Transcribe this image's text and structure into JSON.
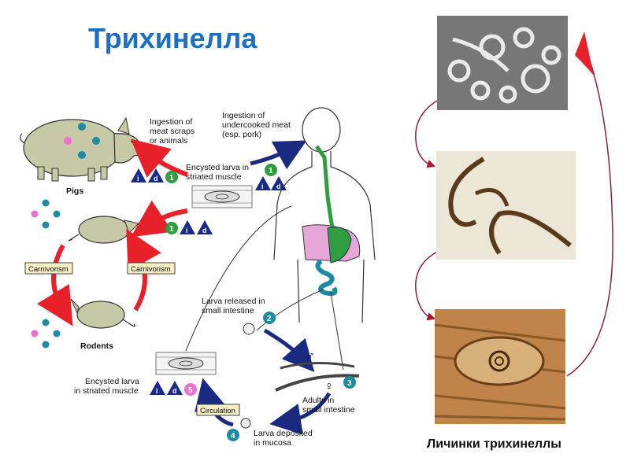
{
  "title": "Трихинелла",
  "caption": "Личинки трихинеллы",
  "diagram": {
    "pigs_label": "Pigs",
    "rodents_label": "Rodents",
    "carnivorism_left": "Carnivorism",
    "carnivorism_right": "Carnivorism",
    "ingestion_scraps": [
      "Ingestion of",
      "meat scraps",
      "or animals"
    ],
    "ingestion_meat": [
      "Ingestion of",
      "undercooked meat",
      "(esp. pork)"
    ],
    "encysted_top": [
      "Encysted larva in",
      "striated muscle"
    ],
    "encysted_bottom": [
      "Encysted larva",
      "in striated muscle"
    ],
    "larva_released": [
      "Larva released in",
      "small intestine"
    ],
    "adults": [
      "Adults in",
      "small intestine"
    ],
    "larva_deposited": [
      "Larva deposited",
      "in mucosa"
    ],
    "circulation": "Circulation",
    "male_symbol": "♂",
    "female_symbol": "♀",
    "stage_1": "1",
    "stage_2": "2",
    "stage_3": "3",
    "stage_4": "4",
    "stage_5": "5",
    "tri_i": "i",
    "tri_d": "d"
  },
  "colors": {
    "title": "#1e6fc0",
    "arrow_red": "#e8202a",
    "arrow_navy": "#1a2a80",
    "badge_green": "#2e9e3e",
    "badge_teal": "#1d8aa0",
    "badge_pink": "#f06ed0",
    "triangle_navy": "#1a2a8a",
    "connector_maroon": "#8a2040"
  }
}
